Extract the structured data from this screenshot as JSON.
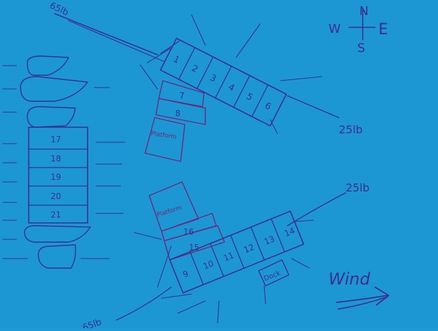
{
  "compass": {
    "n": "N",
    "e": "E",
    "s": "S",
    "w": "W"
  },
  "upper_dock": {
    "cells": [
      "1",
      "2",
      "3",
      "4",
      "5",
      "6"
    ],
    "lower": [
      "7",
      "8"
    ],
    "platform": "Platform",
    "anchor_right": "25lb",
    "anchor_left": "65lb"
  },
  "left_pier": {
    "cells": [
      "17",
      "18",
      "19",
      "20",
      "21"
    ]
  },
  "lower_dock": {
    "cells": [
      "9",
      "10",
      "11",
      "12",
      "13",
      "14"
    ],
    "upper": [
      "16",
      "15"
    ],
    "platform": "Platform",
    "dock": "Dock",
    "anchor_right": "25lb",
    "anchor_bottom": "65lb"
  },
  "wind": "Wind"
}
